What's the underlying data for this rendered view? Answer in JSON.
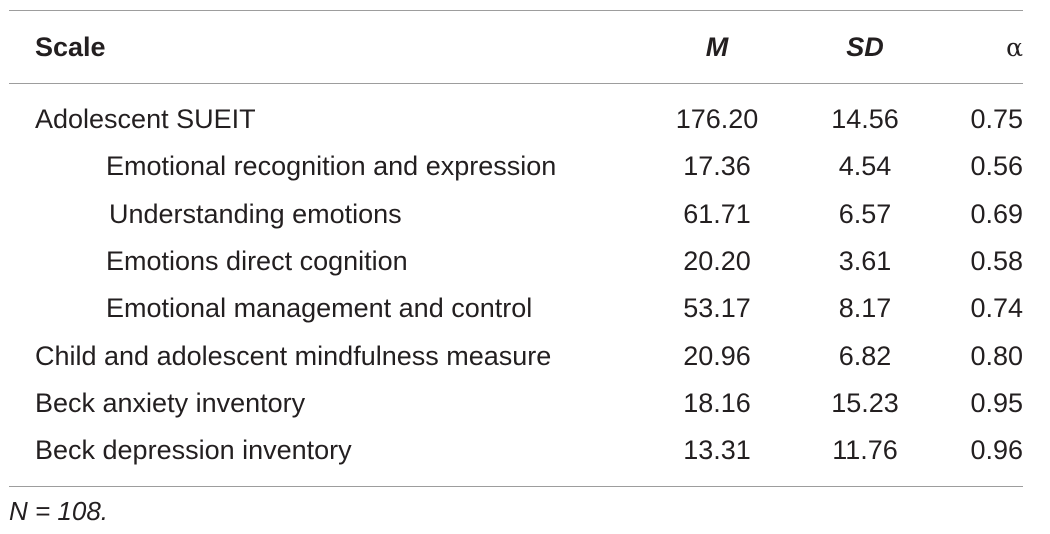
{
  "table": {
    "headers": {
      "scale": "Scale",
      "m": "M",
      "sd": "SD",
      "alpha": "α"
    },
    "rows": [
      {
        "scale": "Adolescent SUEIT",
        "m": "176.20",
        "sd": "14.56",
        "alpha": "0.75"
      },
      {
        "scale": "Emotional recognition and expression",
        "m": "17.36",
        "sd": "4.54",
        "alpha": "0.56"
      },
      {
        "scale": "Understanding emotions",
        "m": "61.71",
        "sd": "6.57",
        "alpha": "0.69"
      },
      {
        "scale": "Emotions direct cognition",
        "m": "20.20",
        "sd": "3.61",
        "alpha": "0.58"
      },
      {
        "scale": "Emotional management and control",
        "m": "53.17",
        "sd": "8.17",
        "alpha": "0.74"
      },
      {
        "scale": "Child and adolescent mindfulness measure",
        "m": "20.96",
        "sd": "6.82",
        "alpha": "0.80"
      },
      {
        "scale": "Beck anxiety inventory",
        "m": "18.16",
        "sd": "15.23",
        "alpha": "0.95"
      },
      {
        "scale": "Beck depression inventory",
        "m": "13.31",
        "sd": "11.76",
        "alpha": "0.96"
      }
    ],
    "footnote": "N = 108."
  }
}
